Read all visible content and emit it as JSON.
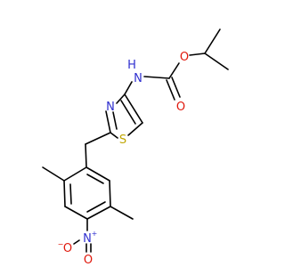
{
  "colors": {
    "carbon_bond": "#000000",
    "nitrogen": "#2f2fcf",
    "oxygen": "#e0180c",
    "sulfur": "#bfa600",
    "background": "#ffffff"
  },
  "atoms": {
    "amine_n": "N",
    "amine_h": "H",
    "carbamate_o_ether": "O",
    "carbamate_o_carbonyl": "O",
    "thiazole_n": "N",
    "thiazole_s": "S",
    "nitro_n": "N",
    "nitro_n_charge": "+",
    "nitro_o_top": "O",
    "nitro_o_bottom": "O",
    "nitro_o_charge": "−"
  }
}
